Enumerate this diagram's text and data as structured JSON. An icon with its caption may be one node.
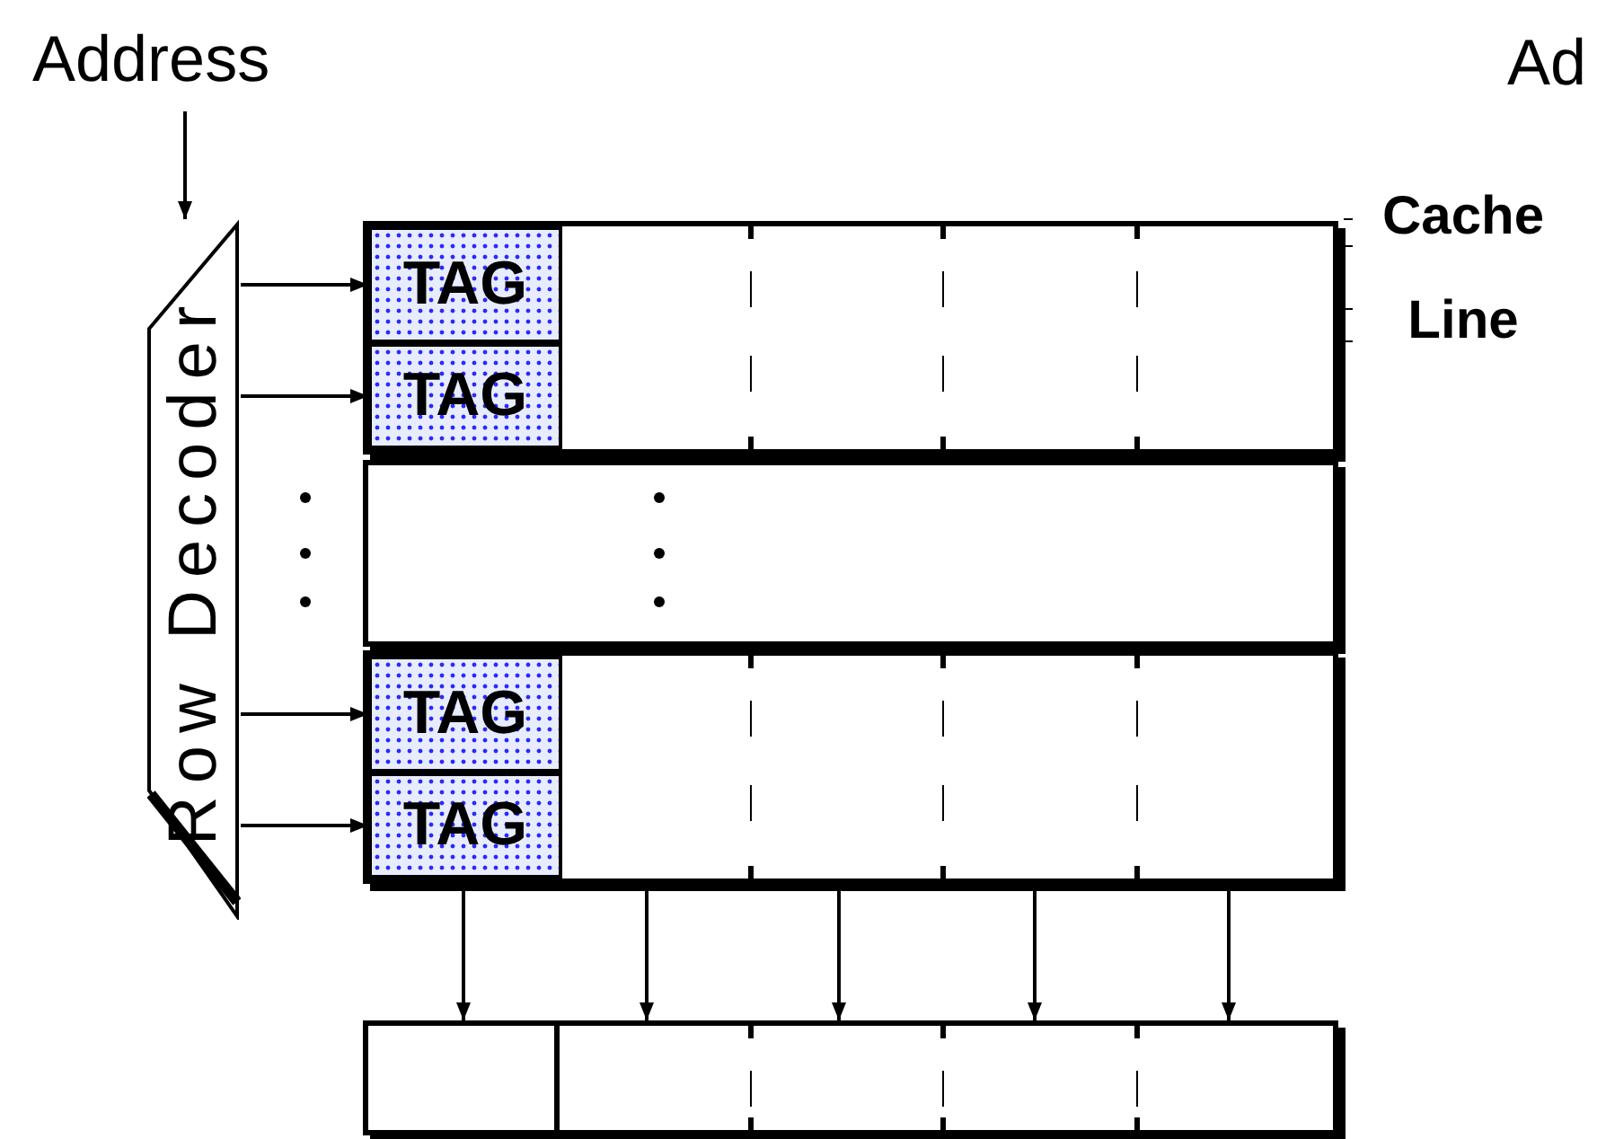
{
  "diagram": {
    "nodes": [
      {
        "text": [
          "Address"
        ]
      },
      {
        "text": [
          "Row Decoder"
        ]
      },
      {
        "text": [],
        "shape": "box"
      },
      {
        "text": [
          "TAG"
        ],
        "in": 2
      },
      {
        "text": [
          "TAG"
        ],
        "in": 2
      },
      {
        "text": [],
        "shape": "box"
      },
      {
        "text": [],
        "shape": "box"
      },
      {
        "text": [
          "TAG"
        ],
        "in": 6
      },
      {
        "text": [
          "TAG"
        ],
        "in": 6
      },
      {
        "text": [],
        "shape": "box"
      }
    ],
    "edges": [
      {
        "from": 0,
        "to": 1,
        "arrow": "to"
      },
      {
        "from": 1,
        "to": 3,
        "arrow": "to"
      },
      {
        "from": 1,
        "to": 4,
        "arrow": "to"
      },
      {
        "from": 1,
        "to": 7,
        "arrow": "to"
      },
      {
        "from": 1,
        "to": 8,
        "arrow": "to"
      },
      {
        "from": 6,
        "to": 9,
        "arrow": "to"
      },
      {
        "from": 6,
        "to": 9,
        "arrow": "to"
      },
      {
        "from": 6,
        "to": 9,
        "arrow": "to"
      },
      {
        "from": 6,
        "to": 9,
        "arrow": "to"
      },
      {
        "from": 6,
        "to": 9,
        "arrow": "to"
      }
    ],
    "labels": [
      "Ad",
      "Cache Line"
    ]
  }
}
